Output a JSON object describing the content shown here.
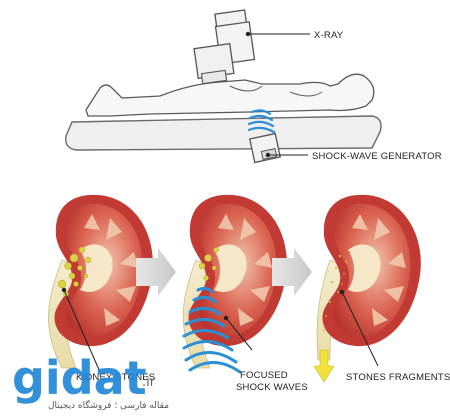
{
  "labels": {
    "xray": "X-RAY",
    "generator": "SHOCK-WAVE GENERATOR",
    "kidney_stones": "KIDNEY STONES",
    "focused_line1": "FOCUSED",
    "focused_line2": "SHOCK WAVES",
    "fragments": "STONES FRAGMENTS"
  },
  "watermark": {
    "brand": "gidat",
    "tld": ".ir",
    "tagline": "مقاله فارسی ؛ فروشگاه دیجیتال"
  },
  "colors": {
    "kidney_red": "#c8413a",
    "kidney_inner": "#e7a07f",
    "ureter": "#efe6bd",
    "stones": "#e2d64a",
    "waves": "#2b8fd6",
    "arrow_gray": "#d6d6d6",
    "body_fill": "#f5f5f5",
    "watermark_blue": "#1d84d8"
  }
}
